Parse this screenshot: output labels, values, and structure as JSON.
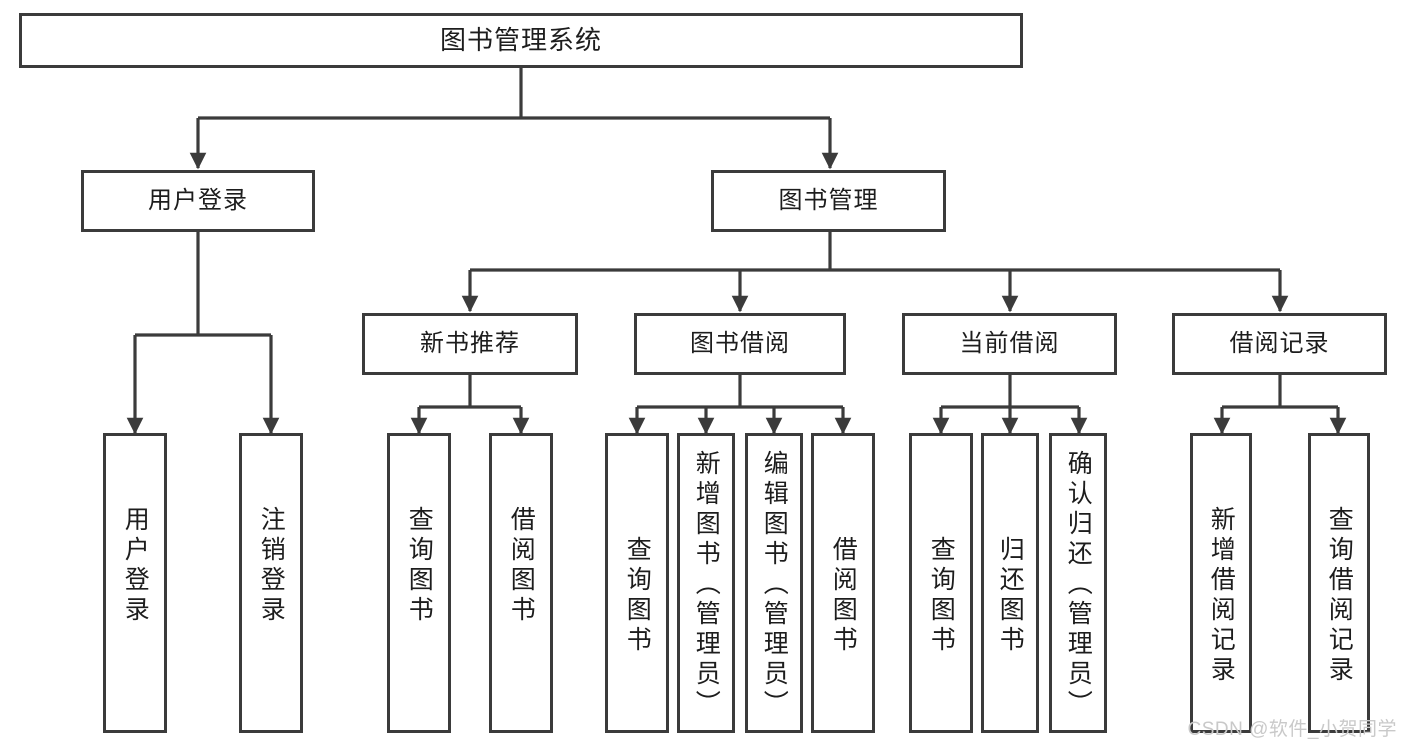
{
  "diagram": {
    "type": "tree-hierarchy",
    "title": "图书管理系统",
    "watermark": "CSDN @软件_小贺同学",
    "colors": {
      "box_border": "#3b3b3b",
      "box_fill": "#ffffff",
      "line": "#3b3b3b",
      "text": "#1d1d1d",
      "watermark": "#c9c9c9",
      "background": "#ffffff"
    },
    "root": {
      "id": "root",
      "label": "图书管理系统"
    },
    "level2": [
      {
        "id": "user-login",
        "label": "用户登录"
      },
      {
        "id": "book-manage",
        "label": "图书管理"
      }
    ],
    "level3": [
      {
        "id": "new-book-rec",
        "label": "新书推荐",
        "parent": "book-manage"
      },
      {
        "id": "book-borrow",
        "label": "图书借阅",
        "parent": "book-manage"
      },
      {
        "id": "current-borrow",
        "label": "当前借阅",
        "parent": "book-manage"
      },
      {
        "id": "borrow-record",
        "label": "借阅记录",
        "parent": "book-manage"
      }
    ],
    "leaves": {
      "user_login": [
        {
          "id": "leaf-user-login",
          "label": "用户登录"
        },
        {
          "id": "leaf-logout",
          "label": "注销登录"
        }
      ],
      "new_book_rec": [
        {
          "id": "leaf-query-book-1",
          "label": "查询图书"
        },
        {
          "id": "leaf-borrow-book-1",
          "label": "借阅图书"
        }
      ],
      "book_borrow": [
        {
          "id": "leaf-query-book-2",
          "label": "查询图书"
        },
        {
          "id": "leaf-add-book",
          "label": "新增图书（管理员）"
        },
        {
          "id": "leaf-edit-book",
          "label": "编辑图书（管理员）"
        },
        {
          "id": "leaf-borrow-book-2",
          "label": "借阅图书"
        }
      ],
      "current_borrow": [
        {
          "id": "leaf-query-book-3",
          "label": "查询图书"
        },
        {
          "id": "leaf-return-book",
          "label": "归还图书"
        },
        {
          "id": "leaf-confirm-return",
          "label": "确认归还（管理员）"
        }
      ],
      "borrow_record": [
        {
          "id": "leaf-add-record",
          "label": "新增借阅记录"
        },
        {
          "id": "leaf-query-record",
          "label": "查询借阅记录"
        }
      ]
    }
  }
}
